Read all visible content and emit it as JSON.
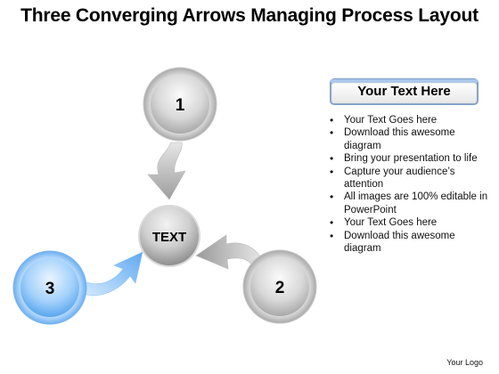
{
  "title": "Three Converging Arrows Managing Process Layout",
  "nodes": {
    "top": "1",
    "right": "2",
    "left": "3",
    "center": "TEXT"
  },
  "sidebar": {
    "header": "Your Text Here",
    "bullets": [
      "Your Text Goes here",
      "Download this awesome diagram",
      "Bring your presentation to life",
      "Capture your audience’s attention",
      "All images are 100% editable in PowerPoint",
      "Your Text Goes here",
      "Download this awesome diagram"
    ]
  },
  "footer": {
    "logo": "Your Logo"
  },
  "colors": {
    "gray_node": "#c8c8c8",
    "blue_node": "#7fbdf6",
    "header_bar": "#a9c8ec"
  }
}
